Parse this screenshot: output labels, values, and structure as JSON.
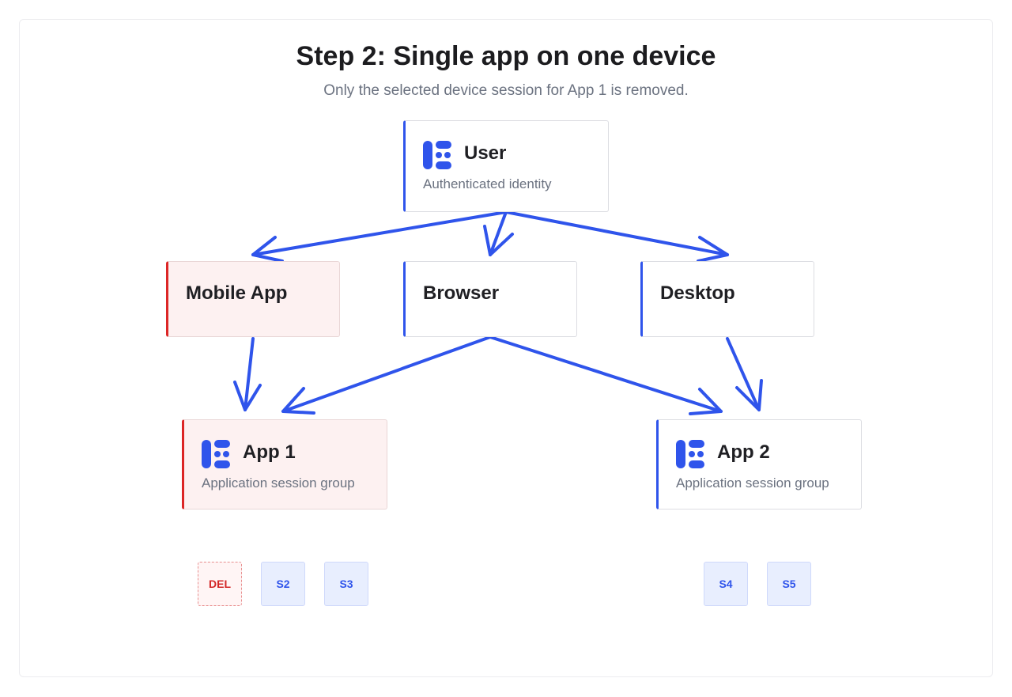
{
  "title": "Step 2: Single app on one device",
  "subtitle": "Only the selected device session for App 1 is removed.",
  "nodes": {
    "user": {
      "label": "User",
      "sub": "Authenticated identity"
    },
    "mobile": {
      "label": "Mobile App"
    },
    "browser": {
      "label": "Browser"
    },
    "desktop": {
      "label": "Desktop"
    },
    "app1": {
      "label": "App 1",
      "sub": "Application session group"
    },
    "app2": {
      "label": "App 2",
      "sub": "Application session group"
    }
  },
  "sessions": {
    "app1": [
      "DEL",
      "S2",
      "S3"
    ],
    "app2": [
      "S4",
      "S5"
    ]
  },
  "colors": {
    "accent": "#2f54eb",
    "removed": "#dc2626",
    "removed_bg": "#fdf1f1",
    "session_bg": "#e8eefe"
  }
}
